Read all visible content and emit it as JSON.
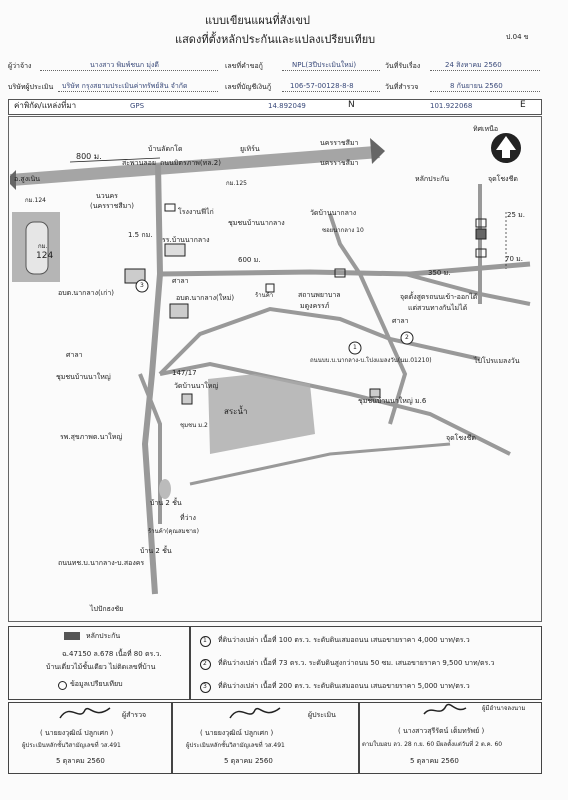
{
  "header": {
    "title_line1": "แบบเขียนแผนที่สังเขป",
    "title_line2": "แสดงที่ตั้งหลักประกันและแปลงเปรียบเทียบ",
    "form_code": "ป.04 ข",
    "client_label": "ผู้ว่าจ้าง",
    "client_value": "นางสาว พิมพ์ชนก มุ่งดี",
    "ref_label": "เลขที่คำขอกู้",
    "ref_value": "NPL(3ปีประเมินใหม่)",
    "received_label": "วันที่รับเรื่อง",
    "received_value": "24 สิงหาคม 2560",
    "company_label": "บริษัทผู้ประเมิน",
    "company_value": "บริษัท กรุงสยามประเมินค่าทรัพย์สิน จำกัด",
    "account_label": "เลขที่บัญชีเงินกู้",
    "account_value": "106-57-00128-8-8",
    "survey_label": "วันที่สำรวจ",
    "survey_value": "8 กันยายน 2560",
    "coord_label": "ค่าพิกัด/แหล่งที่มา",
    "coord_source": "GPS",
    "lat_value": "14.892049",
    "lat_dir": "N",
    "lon_value": "101.922068",
    "lon_dir": "E"
  },
  "map": {
    "north_label": "ทิศเหนือ",
    "dist_800": "800 ม.",
    "ban_lak": "บ้านลัดกโด",
    "saphan": "สะพานลอย",
    "road_mittraphap": "ถนนมิตรภาพ(ทล.2)",
    "to_nakhon1": "นครราชสีมา",
    "to_nakhon2": "นครราชสีมา",
    "to_sung_noen": "อ.สูงเนิน",
    "u_turn": "ยูเทิร์น",
    "km125": "กม.125",
    "km124": "กม.124",
    "marker_km": "กม.",
    "marker_num": "124",
    "nuanong": "นวนคร",
    "nuanong2": "(นครราชสีมา)",
    "dist_1_5": "1.5 กม.",
    "factory": "โรงงานฟีไก่",
    "school": "รร.บ้านนากลาง",
    "community1": "ชุมชนบ้านนากลาง",
    "temple1": "วัดบ้านนากลาง",
    "soi": "ซอยนากลาง 10",
    "collateral": "หลักประกัน",
    "to_choeng_chit": "จุดโชงชีด",
    "dist_25": "25 ม.",
    "dist_70": "70 ม.",
    "dist_600": "600 ม.",
    "dist_350": "350 ม.",
    "sala1": "ศาลา",
    "obt_old": "อบต.นากลาง(เก่า)",
    "obt_new": "อบต.นากลาง(ใหม่)",
    "clinic": "ร้านค้า",
    "health_station": "สถานพยาบาล",
    "health_station2": "มดูงครรภ์",
    "intersection": "จุดตั้งสูตรถนนเข้า-ออกได้",
    "intersection2": "แต่สวนทางกันไม่ได้",
    "sala2": "ศาลา",
    "to_bo_pla": "ไปโปรแมลงวัน",
    "road_mid": "ถนนบบ.บ.นากลาง-บ.โปงแมลงวัน(นม.01210)",
    "sala3": "ศาลา",
    "community2": "ชุมชนบ้านนาใหญ่",
    "house147": "147/17",
    "temple2": "วัดบ้านนาใหญ่",
    "pond": "สระน้ำ",
    "community3": "ชุมชนบ้านนาใหญ่ ม.6",
    "moo2": "ชุมชน ม.2",
    "hospital": "รพ.สุขภาพต.นาใหญ่",
    "to_choeng_chit2": "จุดโชงชีด",
    "house2a": "บ้าน 2 ชั้น",
    "empty": "ที่ว่าง",
    "shop": "ร้านค้า(คุณสมชาย)",
    "house2b": "บ้าน 2 ชั้น",
    "road_bottom": "ถนนทช.บ.นากลาง-บ.สองคร",
    "to_pak_thong": "ไปปักธงชัย",
    "circle1": "1",
    "circle2": "2",
    "circle3": "3"
  },
  "legend": {
    "collateral": "หลักประกัน",
    "deed": "ฉ.47150 ล.678 เนื้อที่ 80 ตร.ว.",
    "desc": "บ้านเดี่ยวไม้ชั้นเดียว ไม่ติดเลขที่บ้าน",
    "compare": "ข้อมูลเปรียบเทียบ",
    "item1_num": "1",
    "item1": "ที่ดินว่างเปล่า เนื้อที่ 100 ตร.ว. ระดับดินเสมอถนน เสนอขายราคา 4,000 บาท/ตร.ว",
    "item2_num": "2",
    "item2": "ที่ดินว่างเปล่า เนื้อที่ 73 ตร.ว. ระดับดินสูงกว่าถนน 50 ซม. เสนอขายราคา 9,500 บาท/ตร.ว",
    "item3_num": "3",
    "item3": "ที่ดินว่างเปล่า เนื้อที่ 200 ตร.ว. ระดับดินเสมอถนน เสนอขายราคา 5,000 บาท/ตร.ว"
  },
  "signatures": {
    "sig1_role": "ผู้สำรวจ",
    "sig1_name": "( นายยงวุฒิณ์ ปลูกเศก )",
    "sig1_license": "ผู้ประเมินหลักชั้นวิสามัญเลขที่ วส.491",
    "sig1_date": "5 ตุลาคม 2560",
    "sig2_role": "ผู้ประเมิน",
    "sig2_name": "( นายยงวุฒิณ์ ปลูกเศก )",
    "sig2_license": "ผู้ประเมินหลักชั้นวิสามัญเลขที่ วส.491",
    "sig2_date": "5 ตุลาคม 2560",
    "sig3_role": "ผู้มีอำนาจลงนาม",
    "sig3_name": "( นางสาวสุรีรัตน์ เต็มทรัพย์ )",
    "sig3_license": "ตามใบมอบ ลว. 28 ก.ย. 60 มีผลตั้งแต่วันที่ 2 ต.ค. 60",
    "sig3_date": "5 ตุลาคม 2560"
  }
}
